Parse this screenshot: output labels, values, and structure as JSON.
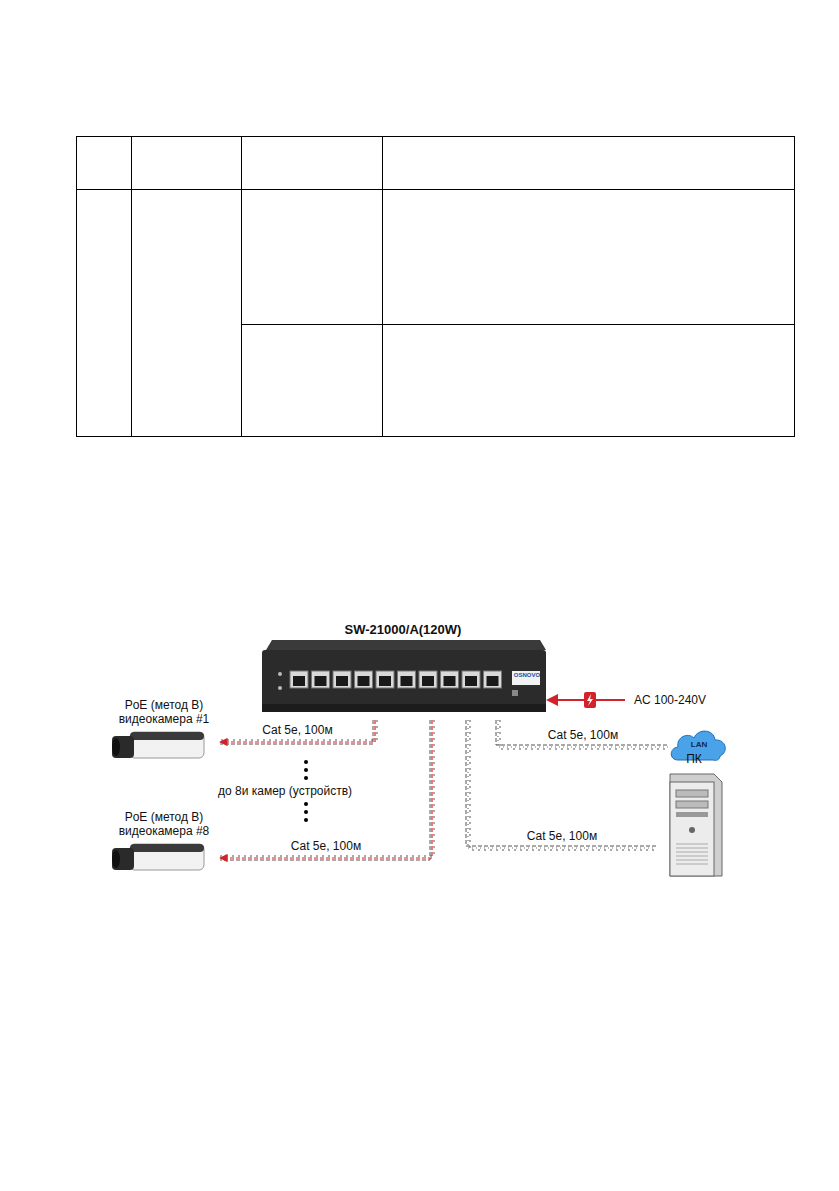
{
  "diagram": {
    "nodes": [
      {
        "text": [
          "SW-21000/A(120W)",
          "OSNOVO"
        ]
      },
      {
        "text": [
          "PoE (метод B) видеокамера #1"
        ]
      },
      {
        "text": [
          "PoE (метод B) видеокамера #8"
        ]
      },
      {
        "text": [
          "LAN"
        ]
      },
      {
        "text": [
          "ПК"
        ]
      }
    ],
    "edges": [
      {
        "from": 0,
        "to": 1,
        "label": "Cat 5e, 100м",
        "arrow": "to"
      },
      {
        "from": 0,
        "to": 2,
        "label": "Cat 5e, 100м",
        "arrow": "to"
      },
      {
        "from": 0,
        "to": 3,
        "label": "Cat 5e, 100м",
        "arrow": "none"
      },
      {
        "from": 0,
        "to": 4,
        "label": "Cat 5e, 100м",
        "arrow": "none"
      }
    ],
    "labels": [
      "до 8и камер (устройств)",
      "AC 100-240V"
    ]
  }
}
